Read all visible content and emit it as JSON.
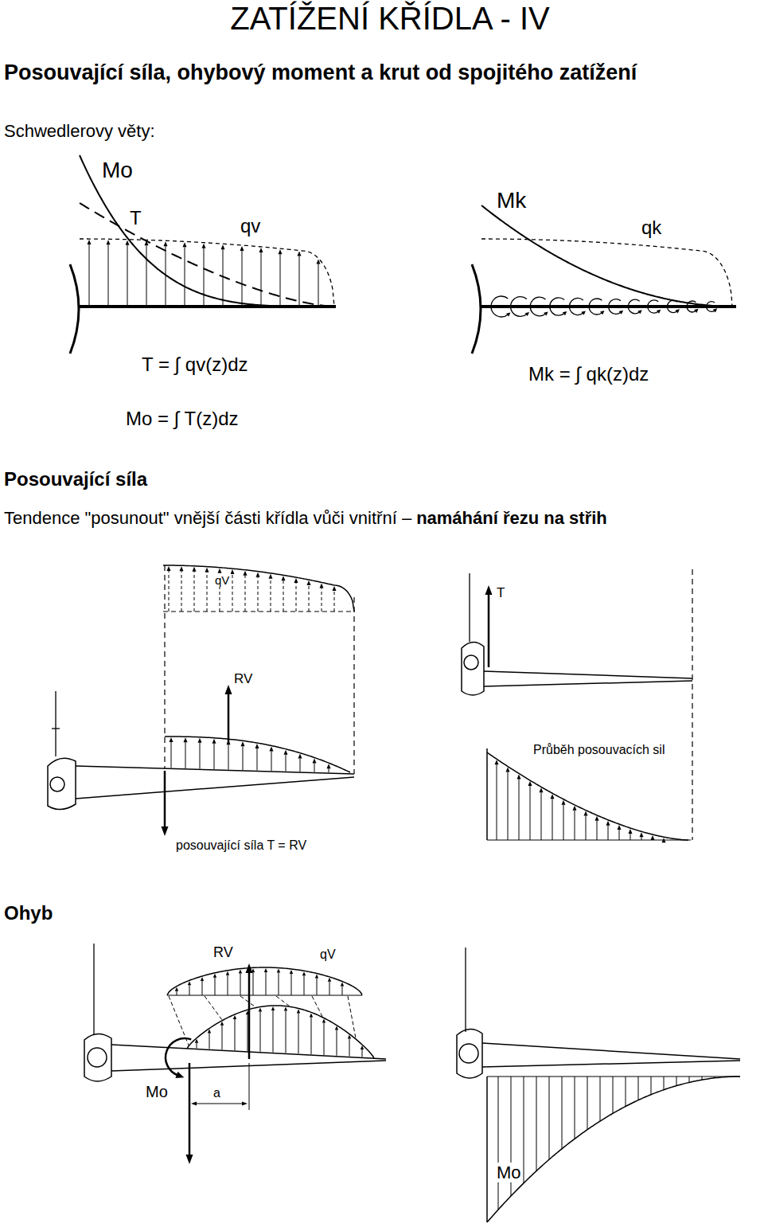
{
  "diagram": {
    "title": "ZATÍŽENÍ KŘÍDLA - IV",
    "labels": [
      "Posouvající síla, ohybový moment a krut od spojitého zatížení",
      "Schwedlerovy věty:",
      "Mo",
      "T",
      "qv",
      "Mk",
      "qk",
      "T = ∫ qv(z)dz",
      "Mk = ∫ qk(z)dz",
      "Mo = ∫ T(z)dz",
      "Posouvající síla",
      "Tendence \"posunout\" vnější části křídla vůči vnitřní –",
      "namáhání řezu na střih",
      "qV",
      "T",
      "RV",
      "Průběh posouvacích sil",
      "posouvající síla T = RV",
      "Ohyb",
      "RV",
      "qV",
      "Mo",
      "a",
      "Mo"
    ]
  }
}
